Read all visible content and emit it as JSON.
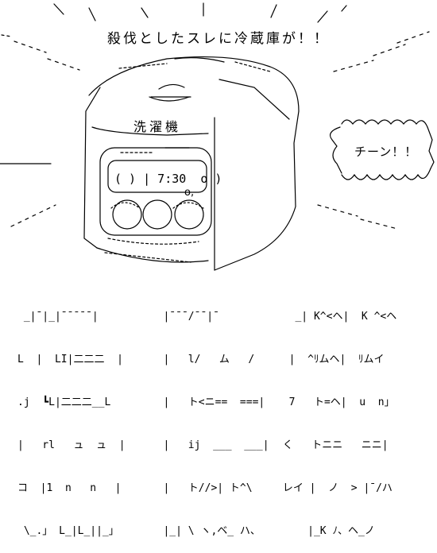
{
  "caption": "殺伐としたスレに冷蔵庫が！！",
  "washer_label": "洗濯機",
  "display_text": "( ) | 7:30  o )",
  "dial_text": "o,",
  "sound_effect": "チーン！！",
  "big_letters": [
    {
      "name": "art-left",
      "lines": [
        " _|¯|_|¯¯¯¯¯|",
        "L  |  LI|二二二  |",
        ".j  ┗L|二二二__L",
        "|   rl   ュ  ュ  |",
        "コ  |1  n   n   |",
        " \\_.」 L_|L_||_」"
      ]
    },
    {
      "name": "art-middle",
      "lines": [
        "   |¯¯¯/¯¯|¯",
        "   |   l/   ム   /",
        "   |   ト<ニ==  ===|",
        "   |   ij  ___  ___|",
        "   |   ト//>| ト^\\",
        "   |_| \\ ヽ,ベ_ ハ、"
      ]
    },
    {
      "name": "art-right",
      "lines": [
        "   _| K^<ヘ|  K ^<ヘ",
        "  |  ^ﾘムヘ|  ﾘムイ",
        "  7   ト=ヘ|  u  n」",
        " く   トニニ   ニニ|",
        " レイ |  ノ  > |¯/ハ",
        "     |_K ﾉ、ヘ_ノ"
      ]
    }
  ]
}
